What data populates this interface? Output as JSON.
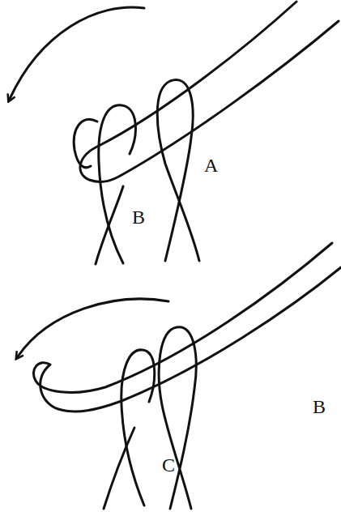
{
  "diagram": {
    "labels": [
      "A",
      "B",
      "B",
      "C"
    ]
  }
}
